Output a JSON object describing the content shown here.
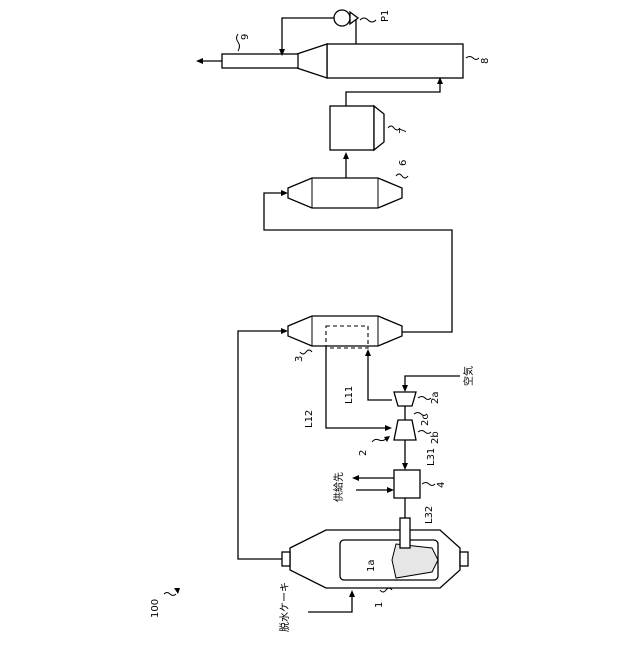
{
  "diagram": {
    "figure_ref": "100",
    "labels": {
      "furnace": "1",
      "furnace_inlet": "1a",
      "blower_unit": "2",
      "blower_2a": "2a",
      "blower_2b": "2b",
      "blower_2c": "2c",
      "heat_exchanger": "3",
      "separator": "4",
      "unit_6": "6",
      "unit_7": "7",
      "unit_8": "8",
      "unit_9": "9",
      "pump": "P1",
      "line_L11": "L11",
      "line_L12": "L12",
      "line_L31": "L31",
      "line_L32": "L32"
    },
    "text_labels": {
      "air": "空気",
      "supply_destination": "供給先",
      "dehydrated_cake": "脱水ケーキ"
    }
  }
}
